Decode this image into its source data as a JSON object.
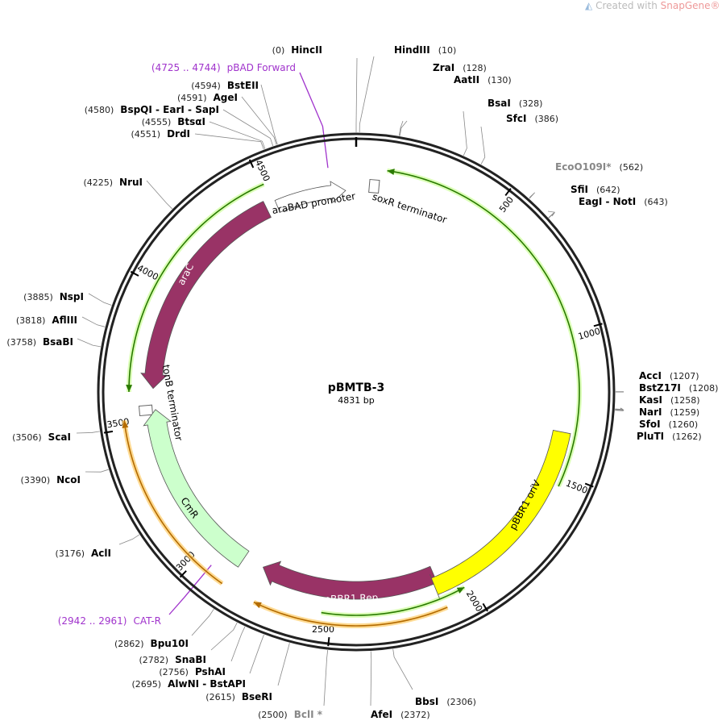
{
  "watermark": {
    "prefix": "Created with ",
    "brand": "SnapGene®",
    "icon": "snapgene-logo-icon"
  },
  "plasmid": {
    "name": "pBMTB-3",
    "size_label": "4831 bp",
    "length": 4831
  },
  "ticks": [
    "500",
    "1000",
    "1500",
    "2000",
    "2500",
    "3000",
    "3500",
    "4000",
    "4500"
  ],
  "features": [
    {
      "label": "araBAD promoter",
      "color": "#ffffff"
    },
    {
      "label": "soxR terminator",
      "color": "#ffffff"
    },
    {
      "label": "araC",
      "color": "#993366"
    },
    {
      "label": "tonB terminator",
      "color": "#ffffff"
    },
    {
      "label": "CmR",
      "color": "#ccffcc"
    },
    {
      "label": "pBBR1 Rep",
      "color": "#993366"
    },
    {
      "label": "pBBR1 oriV",
      "color": "#ffff00"
    }
  ],
  "enzymes": [
    {
      "name": "HincII",
      "pos": "(0)",
      "style": "normal"
    },
    {
      "name": "HindIII",
      "pos": "(10)",
      "style": "normal"
    },
    {
      "name": "ZraI",
      "pos": "(128)",
      "style": "normal"
    },
    {
      "name": "AatII",
      "pos": "(130)",
      "style": "normal"
    },
    {
      "name": "BsaI",
      "pos": "(328)",
      "style": "normal"
    },
    {
      "name": "SfcI",
      "pos": "(386)",
      "style": "normal"
    },
    {
      "name": "EcoO109I*",
      "pos": "(562)",
      "style": "gray"
    },
    {
      "name": "SfiI",
      "pos": "(642)",
      "style": "normal"
    },
    {
      "name": "EagI - NotI",
      "pos": "(643)",
      "style": "normal"
    },
    {
      "name": "AccI",
      "pos": "(1207)",
      "style": "normal"
    },
    {
      "name": "BstZ17I",
      "pos": "(1208)",
      "style": "normal"
    },
    {
      "name": "KasI",
      "pos": "(1258)",
      "style": "normal"
    },
    {
      "name": "NarI",
      "pos": "(1259)",
      "style": "normal"
    },
    {
      "name": "SfoI",
      "pos": "(1260)",
      "style": "normal"
    },
    {
      "name": "PluTI",
      "pos": "(1262)",
      "style": "normal"
    },
    {
      "name": "BbsI",
      "pos": "(2306)",
      "style": "normal"
    },
    {
      "name": "AfeI",
      "pos": "(2372)",
      "style": "normal"
    },
    {
      "name": "BclI *",
      "pos": "(2500)",
      "style": "gray"
    },
    {
      "name": "BseRI",
      "pos": "(2615)",
      "style": "normal"
    },
    {
      "name": "AlwNI - BstAPI",
      "pos": "(2695)",
      "style": "normal"
    },
    {
      "name": "PshAI",
      "pos": "(2756)",
      "style": "normal"
    },
    {
      "name": "SnaBI",
      "pos": "(2782)",
      "style": "normal"
    },
    {
      "name": "Bpu10I",
      "pos": "(2862)",
      "style": "normal"
    },
    {
      "name": "CAT-R",
      "pos": "(2942 .. 2961)",
      "style": "primer"
    },
    {
      "name": "AclI",
      "pos": "(3176)",
      "style": "normal"
    },
    {
      "name": "NcoI",
      "pos": "(3390)",
      "style": "normal"
    },
    {
      "name": "ScaI",
      "pos": "(3506)",
      "style": "normal"
    },
    {
      "name": "BsaBI",
      "pos": "(3758)",
      "style": "normal"
    },
    {
      "name": "AflIII",
      "pos": "(3818)",
      "style": "normal"
    },
    {
      "name": "NspI",
      "pos": "(3885)",
      "style": "normal"
    },
    {
      "name": "NruI",
      "pos": "(4225)",
      "style": "normal"
    },
    {
      "name": "DrdI",
      "pos": "(4551)",
      "style": "normal"
    },
    {
      "name": "BtsαI",
      "pos": "(4555)",
      "style": "normal"
    },
    {
      "name": "BspQI - EarI - SapI",
      "pos": "(4580)",
      "style": "normal"
    },
    {
      "name": "AgeI",
      "pos": "(4591)",
      "style": "normal"
    },
    {
      "name": "BstEII",
      "pos": "(4594)",
      "style": "normal"
    },
    {
      "name": "pBAD Forward",
      "pos": "(4725 .. 4744)",
      "style": "primer"
    }
  ]
}
